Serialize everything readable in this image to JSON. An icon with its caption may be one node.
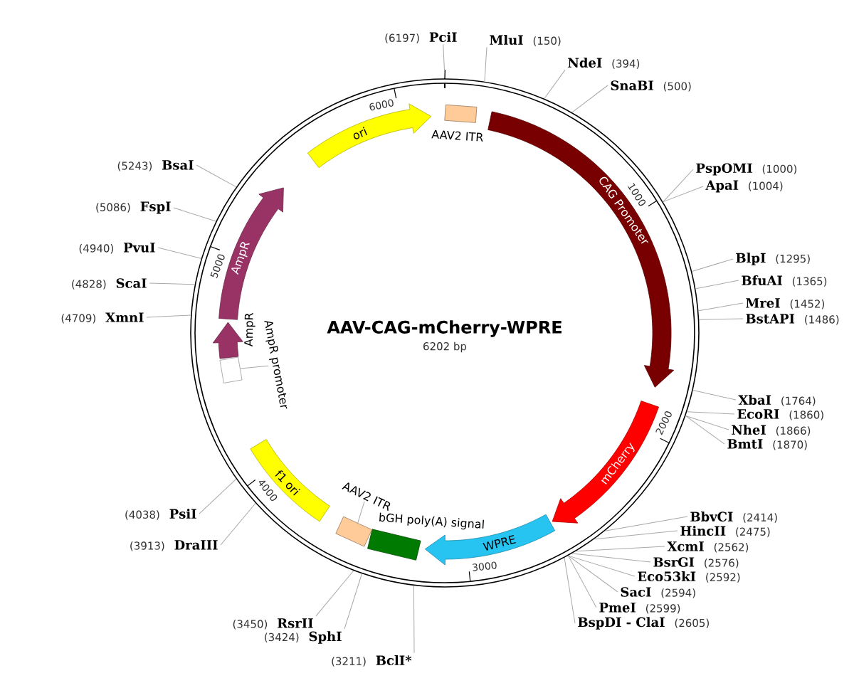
{
  "diagram": {
    "title": "AAV-CAG-mCherry-WPRE",
    "nodes": [
      {
        "text": [],
        "shape": "circle"
      },
      {
        "text": [
          "AAV2 ITR"
        ],
        "in": 0
      },
      {
        "text": [
          "CAG Promoter"
        ],
        "in": 0
      },
      {
        "text": [
          "mCherry"
        ],
        "in": 0
      },
      {
        "text": [
          "WPRE"
        ],
        "in": 0
      },
      {
        "text": [
          "bGH poly(A) signal"
        ],
        "in": 0
      },
      {
        "text": [],
        "shape": "box",
        "in": 0
      },
      {
        "text": [
          "AAV2 ITR"
        ],
        "in": 0
      },
      {
        "text": [
          "f1 ori"
        ],
        "in": 0
      },
      {
        "text": [],
        "shape": "box",
        "in": 0
      },
      {
        "text": [
          "AmpR promoter"
        ],
        "in": 0
      },
      {
        "text": [
          "AmpR"
        ],
        "in": 0
      },
      {
        "text": [
          "AmpR"
        ],
        "in": 0
      },
      {
        "text": [
          "ori"
        ],
        "in": 0
      },
      {
        "text": [
          "PciI"
        ],
        "beside": [
          "(6197)"
        ]
      },
      {
        "text": [
          "MluI"
        ],
        "beside": [
          "(150)"
        ]
      },
      {
        "text": [
          "NdeI"
        ],
        "beside": [
          "(394)"
        ]
      },
      {
        "text": [
          "SnaBI"
        ],
        "beside": [
          "(500)"
        ]
      },
      {
        "text": [
          "PspOMI"
        ],
        "beside": [
          "(1000)"
        ]
      },
      {
        "text": [
          "ApaI"
        ],
        "beside": [
          "(1004)"
        ]
      },
      {
        "text": [
          "BlpI"
        ],
        "beside": [
          "(1295)"
        ]
      },
      {
        "text": [
          "BfuAI"
        ],
        "beside": [
          "(1365)"
        ]
      },
      {
        "text": [
          "MreI"
        ],
        "beside": [
          "(1452)"
        ]
      },
      {
        "text": [
          "BstAPI"
        ],
        "beside": [
          "(1486)"
        ]
      },
      {
        "text": [
          "XbaI"
        ],
        "beside": [
          "(1764)"
        ]
      },
      {
        "text": [
          "EcoRI"
        ],
        "beside": [
          "(1860)"
        ]
      },
      {
        "text": [
          "NheI"
        ],
        "beside": [
          "(1866)"
        ]
      },
      {
        "text": [
          "BmtI"
        ],
        "beside": [
          "(1870)"
        ]
      },
      {
        "text": [
          "BbvCI"
        ],
        "beside": [
          "(2414)"
        ]
      },
      {
        "text": [
          "HincII"
        ],
        "beside": [
          "(2475)"
        ]
      },
      {
        "text": [
          "XcmI"
        ],
        "beside": [
          "(2562)"
        ]
      },
      {
        "text": [
          "BsrGI"
        ],
        "beside": [
          "(2576)"
        ]
      },
      {
        "text": [
          "Eco53kI"
        ],
        "beside": [
          "(2592)"
        ]
      },
      {
        "text": [
          "SacI"
        ],
        "beside": [
          "(2594)"
        ]
      },
      {
        "text": [
          "PmeI"
        ],
        "beside": [
          "(2599)"
        ]
      },
      {
        "text": [
          "BspDI - ClaI"
        ],
        "beside": [
          "(2605)"
        ]
      },
      {
        "text": [
          "BclI*"
        ],
        "beside": [
          "(3211)"
        ]
      },
      {
        "text": [
          "SphI"
        ],
        "beside": [
          "(3424)"
        ]
      },
      {
        "text": [
          "RsrII"
        ],
        "beside": [
          "(3450)"
        ]
      },
      {
        "text": [
          "DraIII"
        ],
        "beside": [
          "(3913)"
        ]
      },
      {
        "text": [
          "PsiI"
        ],
        "beside": [
          "(4038)"
        ]
      },
      {
        "text": [
          "XmnI"
        ],
        "beside": [
          "(4709)"
        ]
      },
      {
        "text": [
          "ScaI"
        ],
        "beside": [
          "(4828)"
        ]
      },
      {
        "text": [
          "PvuI"
        ],
        "beside": [
          "(4940)"
        ]
      },
      {
        "text": [
          "FspI"
        ],
        "beside": [
          "(5086)"
        ]
      },
      {
        "text": [
          "BsaI"
        ],
        "beside": [
          "(5243)"
        ]
      }
    ],
    "edges": [
      {
        "from": 14,
        "to": 0,
        "arrow": "none"
      },
      {
        "from": 15,
        "to": 0,
        "arrow": "none"
      },
      {
        "from": 16,
        "to": 0,
        "arrow": "none"
      },
      {
        "from": 17,
        "to": 0,
        "arrow": "none"
      },
      {
        "from": 18,
        "to": 0,
        "arrow": "none"
      },
      {
        "from": 19,
        "to": 0,
        "arrow": "none"
      },
      {
        "from": 20,
        "to": 0,
        "arrow": "none"
      },
      {
        "from": 21,
        "to": 0,
        "arrow": "none"
      },
      {
        "from": 22,
        "to": 0,
        "arrow": "none"
      },
      {
        "from": 23,
        "to": 0,
        "arrow": "none"
      },
      {
        "from": 24,
        "to": 0,
        "arrow": "none"
      },
      {
        "from": 25,
        "to": 0,
        "arrow": "none"
      },
      {
        "from": 26,
        "to": 0,
        "arrow": "none"
      },
      {
        "from": 27,
        "to": 0,
        "arrow": "none"
      },
      {
        "from": 28,
        "to": 0,
        "arrow": "none"
      },
      {
        "from": 29,
        "to": 0,
        "arrow": "none"
      },
      {
        "from": 30,
        "to": 0,
        "arrow": "none"
      },
      {
        "from": 31,
        "to": 0,
        "arrow": "none"
      },
      {
        "from": 32,
        "to": 0,
        "arrow": "none"
      },
      {
        "from": 33,
        "to": 0,
        "arrow": "none"
      },
      {
        "from": 34,
        "to": 0,
        "arrow": "none"
      },
      {
        "from": 35,
        "to": 0,
        "arrow": "none"
      },
      {
        "from": 36,
        "to": 0,
        "arrow": "none"
      },
      {
        "from": 37,
        "to": 0,
        "arrow": "none"
      },
      {
        "from": 38,
        "to": 0,
        "arrow": "none"
      },
      {
        "from": 39,
        "to": 0,
        "arrow": "none"
      },
      {
        "from": 40,
        "to": 0,
        "arrow": "none"
      },
      {
        "from": 41,
        "to": 0,
        "arrow": "none"
      },
      {
        "from": 42,
        "to": 0,
        "arrow": "none"
      },
      {
        "from": 43,
        "to": 0,
        "arrow": "none"
      },
      {
        "from": 44,
        "to": 0,
        "arrow": "none"
      },
      {
        "from": 45,
        "to": 0,
        "arrow": "none"
      },
      {
        "from": 7,
        "to": 6,
        "arrow": "none"
      },
      {
        "from": 10,
        "to": 9,
        "arrow": "none"
      }
    ],
    "labels": [
      "6202 bp",
      "1000",
      "2000",
      "3000",
      "4000",
      "5000",
      "6000"
    ]
  }
}
